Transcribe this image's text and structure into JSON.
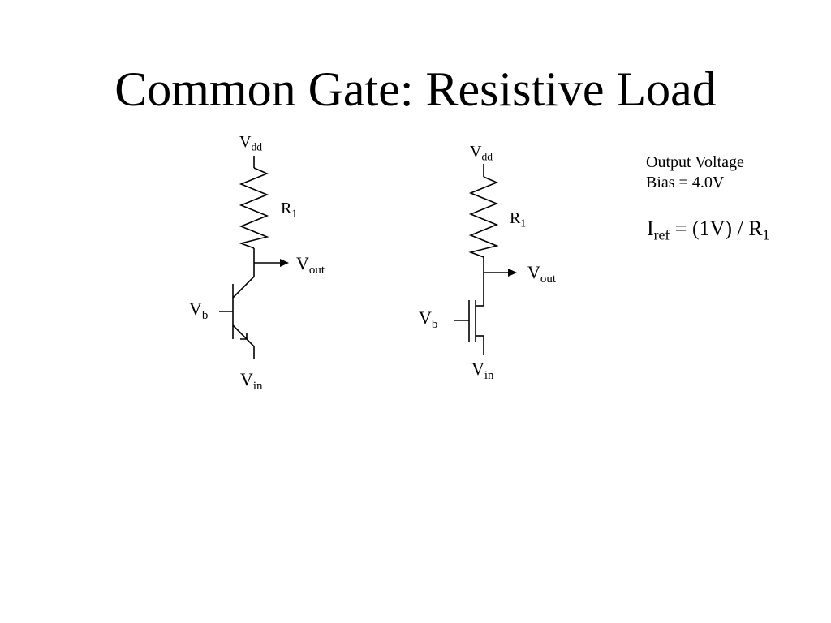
{
  "slide": {
    "title": "Common Gate: Resistive Load"
  },
  "bjt_circuit": {
    "vdd": {
      "main": "V",
      "sub": "dd"
    },
    "resistor": {
      "main": "R",
      "sub": "1"
    },
    "vout": {
      "main": "V",
      "sub": "out"
    },
    "vb": {
      "main": "V",
      "sub": "b"
    },
    "vin": {
      "main": "V",
      "sub": "in"
    }
  },
  "mos_circuit": {
    "vdd": {
      "main": "V",
      "sub": "dd"
    },
    "resistor": {
      "main": "R",
      "sub": "1"
    },
    "vout": {
      "main": "V",
      "sub": "out"
    },
    "vb": {
      "main": "V",
      "sub": "b"
    },
    "vin": {
      "main": "V",
      "sub": "in"
    }
  },
  "notes": {
    "line1": "Output Voltage",
    "line2": "Bias = 4.0V"
  },
  "iref": {
    "main": "I",
    "sub": "ref",
    "middle": " = (1V) / R",
    "tail_sub": "1"
  }
}
